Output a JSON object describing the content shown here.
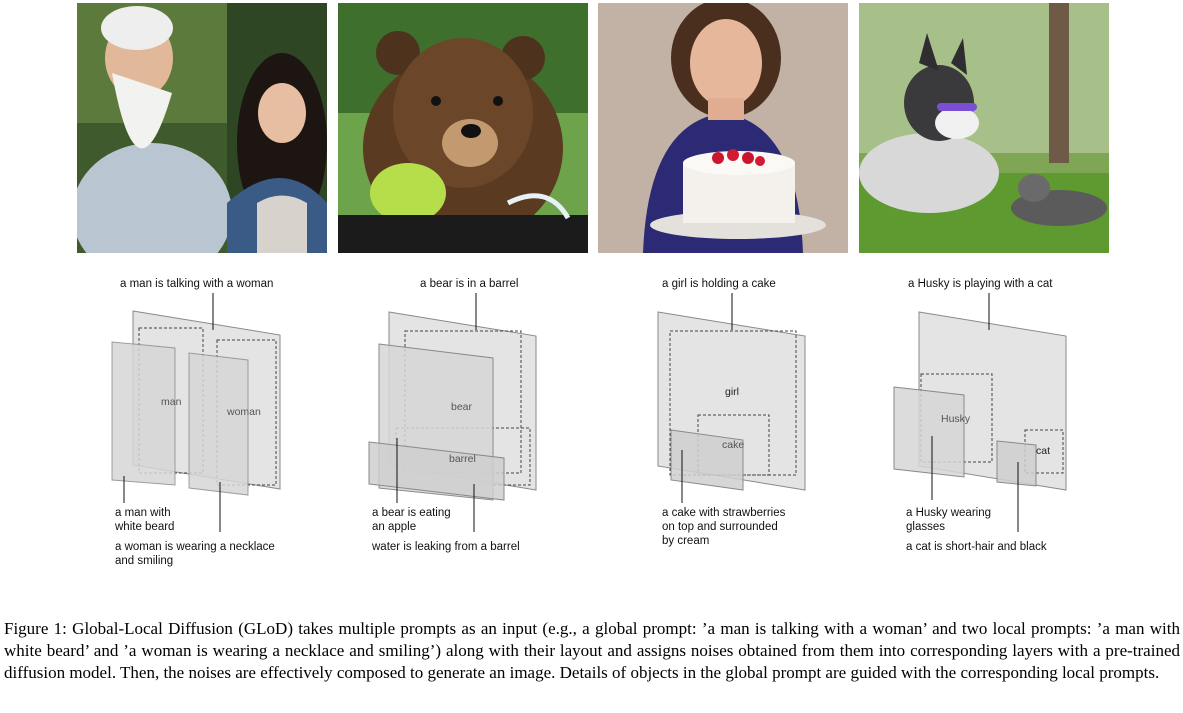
{
  "figures": [
    {
      "global_prompt": "a man is talking with a woman",
      "local_prompts": [
        "a man with\nwhite beard",
        "a woman is wearing a necklace\nand smiling"
      ],
      "layer_labels": [
        "man",
        "woman"
      ]
    },
    {
      "global_prompt": "a bear is in a barrel",
      "local_prompts": [
        "a bear is eating\nan apple",
        "water is leaking from a barrel"
      ],
      "layer_labels": [
        "bear",
        "barrel"
      ]
    },
    {
      "global_prompt": "a girl is holding a cake",
      "local_prompts": [
        "a cake with strawberries\non top and surrounded\nby cream"
      ],
      "layer_labels": [
        "girl",
        "cake"
      ]
    },
    {
      "global_prompt": "a Husky is playing with a cat",
      "local_prompts": [
        "a Husky wearing\nglasses",
        "a cat is short-hair and black"
      ],
      "layer_labels": [
        "Husky",
        "cat"
      ]
    }
  ],
  "caption": "Figure 1: Global-Local Diffusion (GLoD) takes multiple prompts as an input (e.g., a global prompt: ’a man is talking with a woman’ and two local prompts: ’a man with white beard’ and ’a woman is wearing a necklace and smiling’) along with their layout and assigns noises obtained from them into corresponding layers with a pre-trained diffusion model. Then, the noises are effectively composed to generate an image. Details of objects in the global prompt are guided with the corresponding local prompts."
}
